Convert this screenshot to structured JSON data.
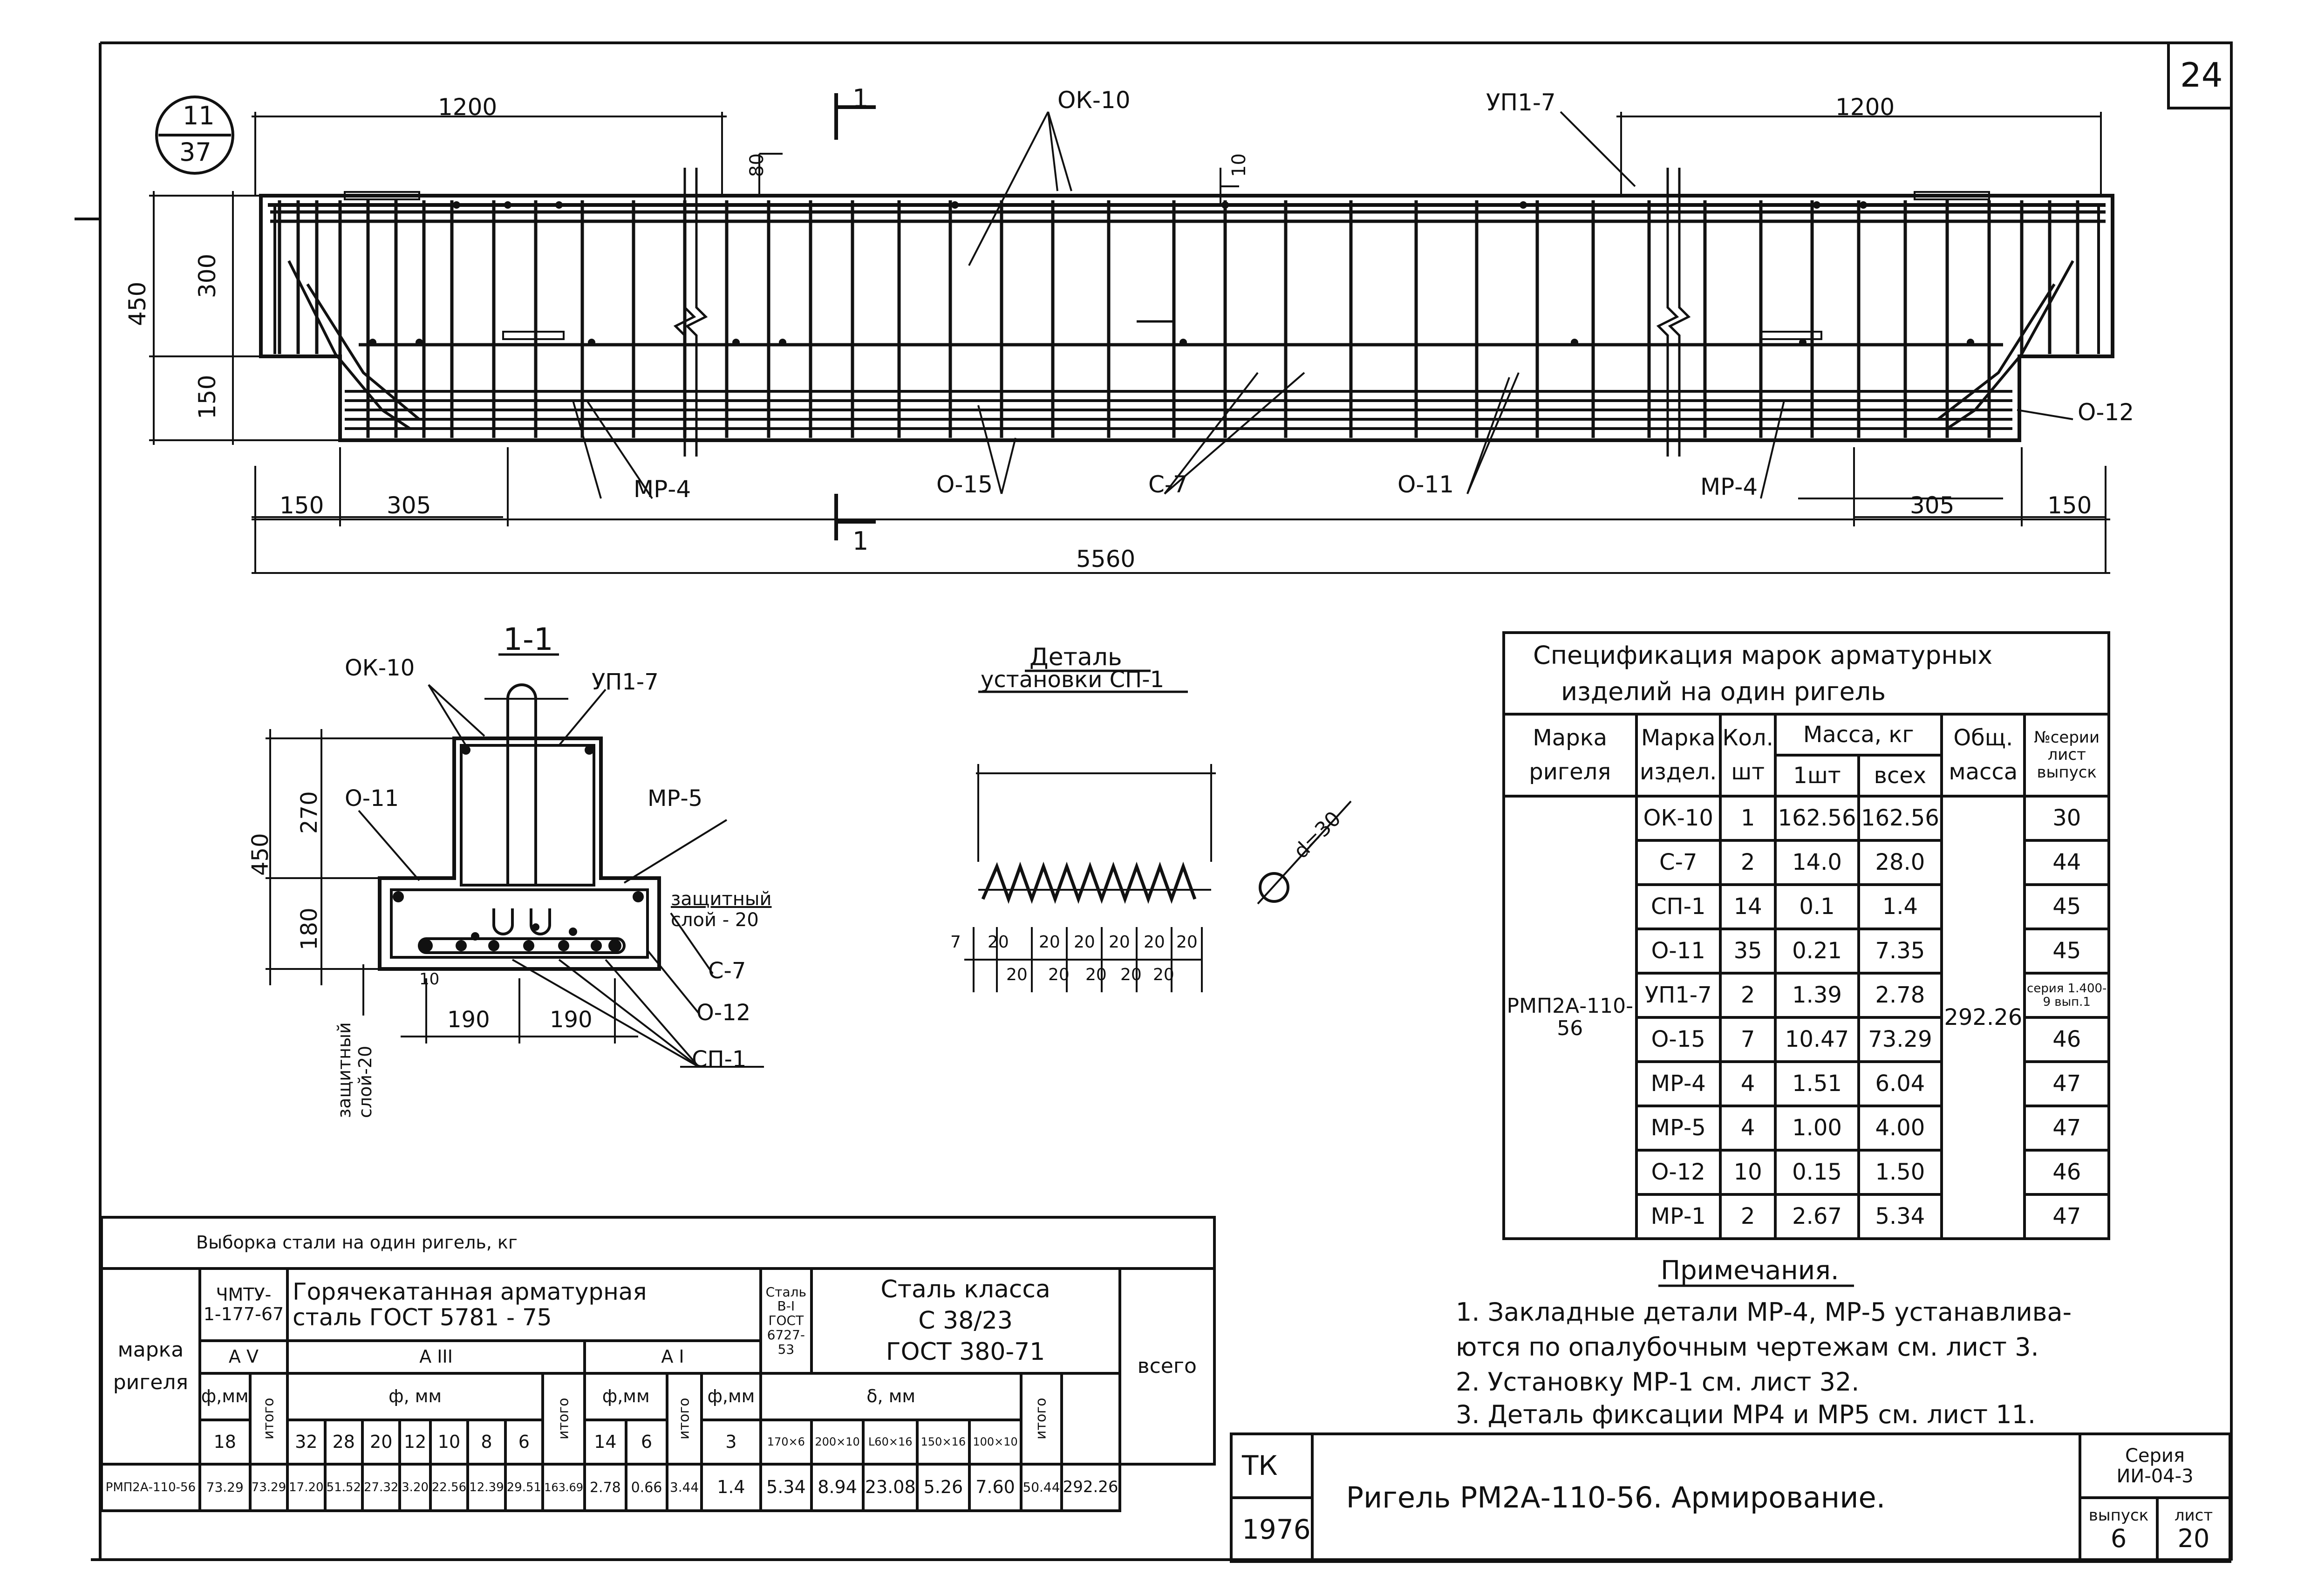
{
  "sheet": {
    "number": "24",
    "stamp_top": "11",
    "stamp_bottom": "37"
  },
  "main_view": {
    "dims": {
      "top_left": "1200",
      "top_right": "1200",
      "overall": "5560",
      "left_150": "150",
      "left_305": "305",
      "right_305": "305",
      "right_150": "150",
      "height_total": "450",
      "height_top": "300",
      "height_bottom": "150",
      "dim_80": "80",
      "dim_10": "10"
    },
    "labels": {
      "ok10": "ОК-10",
      "up17": "УП1-7",
      "o12": "О-12",
      "mp4_left": "МР-4",
      "mp4_right": "МР-4",
      "o15": "О-15",
      "c7": "С-7",
      "o11": "О-11",
      "section_mark_top": "1",
      "section_mark_bottom": "1"
    }
  },
  "section": {
    "title": "1-1",
    "labels": {
      "ok10": "ОК-10",
      "up17": "УП1-7",
      "o11": "О-11",
      "mp5": "МР-5",
      "cover_right_line1": "защитный",
      "cover_right_line2": "слой - 20",
      "c7": "С-7",
      "o12": "О-12",
      "sp1": "СП-1",
      "cover_left_line1": "защитный",
      "cover_left_line2": "слой-20"
    },
    "dims": {
      "h450": "450",
      "h270": "270",
      "h180": "180",
      "w190a": "190",
      "w190b": "190",
      "d10": "10"
    }
  },
  "detail": {
    "title_line1": "Деталь",
    "title_line2": "установки СП-1",
    "diameter": "d=30",
    "dims_top": [
      "20",
      "20",
      "20",
      "20",
      "20",
      "20"
    ],
    "dims_bottom": [
      "20",
      "20",
      "20",
      "20",
      "20"
    ],
    "dim_7": "7"
  },
  "spec_table": {
    "title_line1": "Спецификация марок арматурных",
    "title_line2": "изделий на один ригель",
    "headers": {
      "col1_line1": "Марка",
      "col1_line2": "ригеля",
      "col2_line1": "Марка",
      "col2_line2": "издел.",
      "col3_line1": "Кол.",
      "col3_line2": "шт",
      "mass": "Масса, кг",
      "mass_one": "1шт",
      "mass_all": "всех",
      "total_line1": "Общ.",
      "total_line2": "масса",
      "ref_line1": "№серии",
      "ref_line2": "лист",
      "ref_line3": "выпуск"
    },
    "rigel_mark": "РМП2А-110-56",
    "total_mass": "292.26",
    "rows": [
      {
        "mark": "ОК-10",
        "qty": "1",
        "mass1": "162.56",
        "massall": "162.56",
        "ref": "30"
      },
      {
        "mark": "С-7",
        "qty": "2",
        "mass1": "14.0",
        "massall": "28.0",
        "ref": "44"
      },
      {
        "mark": "СП-1",
        "qty": "14",
        "mass1": "0.1",
        "massall": "1.4",
        "ref": "45"
      },
      {
        "mark": "О-11",
        "qty": "35",
        "mass1": "0.21",
        "massall": "7.35",
        "ref": "45"
      },
      {
        "mark": "УП1-7",
        "qty": "2",
        "mass1": "1.39",
        "massall": "2.78",
        "ref": "серия 1.400-9 вып.1"
      },
      {
        "mark": "О-15",
        "qty": "7",
        "mass1": "10.47",
        "massall": "73.29",
        "ref": "46"
      },
      {
        "mark": "МР-4",
        "qty": "4",
        "mass1": "1.51",
        "massall": "6.04",
        "ref": "47"
      },
      {
        "mark": "МР-5",
        "qty": "4",
        "mass1": "1.00",
        "massall": "4.00",
        "ref": "47"
      },
      {
        "mark": "О-12",
        "qty": "10",
        "mass1": "0.15",
        "massall": "1.50",
        "ref": "46"
      },
      {
        "mark": "МР-1",
        "qty": "2",
        "mass1": "2.67",
        "massall": "5.34",
        "ref": "47"
      }
    ]
  },
  "notes": {
    "title": "Примечания.",
    "items": [
      "1. Закладные детали МР-4, МР-5 устанавлива-",
      "ются по опалубочным чертежам см. лист 3.",
      "2. Установку МР-1 см. лист 32.",
      "3. Деталь фиксации МР4 и МР5 см. лист 11."
    ]
  },
  "steel_table": {
    "title": "Выборка стали на один ригель, кг",
    "headers": {
      "mark_line1": "марка",
      "mark_line2": "ригеля",
      "chmtu_line1": "ЧМТУ-",
      "chmtu_line2": "1-177-67",
      "hot_line1": "Горячекатанная арматурная",
      "hot_line2": "сталь ГОСТ 5781 - 75",
      "stal_line1": "Сталь",
      "stal_line2": "В-I",
      "stal_line3": "ГОСТ",
      "stal_line4": "6727-53",
      "class_line1": "Сталь класса",
      "class_line2": "С 38/23",
      "class_line3": "ГОСТ 380-71",
      "vsego": "всего",
      "aV": "А V",
      "aIII": "А III",
      "aI": "А I",
      "phi_mm": "ф,мм",
      "phi_mm_wide": "ф, мм",
      "delta_mm": "δ, мм",
      "itogo": "итого"
    },
    "sub": {
      "av": [
        "18"
      ],
      "aiii": [
        "32",
        "28",
        "20",
        "12",
        "10",
        "8",
        "6"
      ],
      "ai": [
        "14",
        "6"
      ],
      "vi": [
        "3"
      ],
      "plates": [
        "170×6",
        "200×10",
        "L60×16",
        "150×16",
        "100×10"
      ]
    },
    "row": {
      "mark": "РМП2А-110-56",
      "av": [
        "73.29"
      ],
      "av_total": "73.29",
      "aiii": [
        "17.20",
        "51.52",
        "27.32",
        "3.20",
        "22.56",
        "12.39",
        "29.51"
      ],
      "aiii_total": "163.69",
      "ai": [
        "2.78",
        "0.66"
      ],
      "ai_total": "3.44",
      "vi": "1.4",
      "plates": [
        "5.34",
        "8.94",
        "23.08",
        "5.26",
        "7.60"
      ],
      "plates_total": "50.44",
      "grand_total": "292.26"
    }
  },
  "title_block": {
    "tk": "ТК",
    "year": "1976",
    "title": "Ригель РМ2А-110-56. Армирование.",
    "series_label": "Серия",
    "series_value": "ИИ-04-3",
    "issue_label": "выпуск",
    "issue_value": "6",
    "sheet_label": "лист",
    "sheet_value": "20"
  }
}
